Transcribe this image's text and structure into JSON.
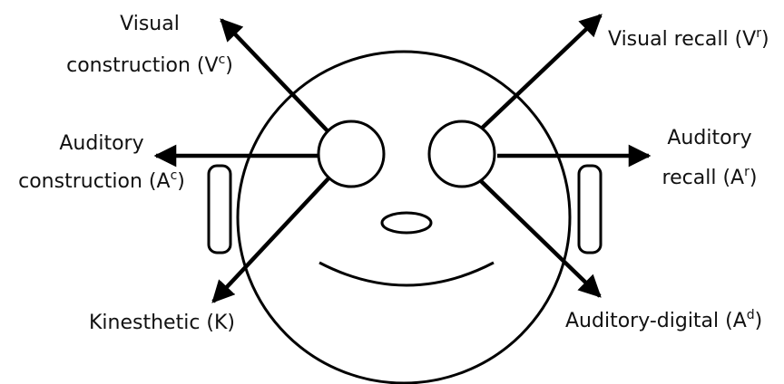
{
  "labels": {
    "visual_construction": {
      "line1": "Visual",
      "line2": "construction (V",
      "sup": "c",
      "close": ")"
    },
    "visual_recall": {
      "text": "Visual recall (V",
      "sup": "r",
      "close": ")"
    },
    "auditory_construction": {
      "line1": "Auditory",
      "line2": "construction (A",
      "sup": "c",
      "close": ")"
    },
    "auditory_recall": {
      "line1": "Auditory",
      "line2": "recall (A",
      "sup": "r",
      "close": ")"
    },
    "kinesthetic": {
      "text": "Kinesthetic (K)"
    },
    "auditory_digital": {
      "text": "Auditory-digital (A",
      "sup": "d",
      "close": ")"
    }
  },
  "colors": {
    "stroke": "#000000",
    "background": "#ffffff",
    "text": "#111111"
  }
}
